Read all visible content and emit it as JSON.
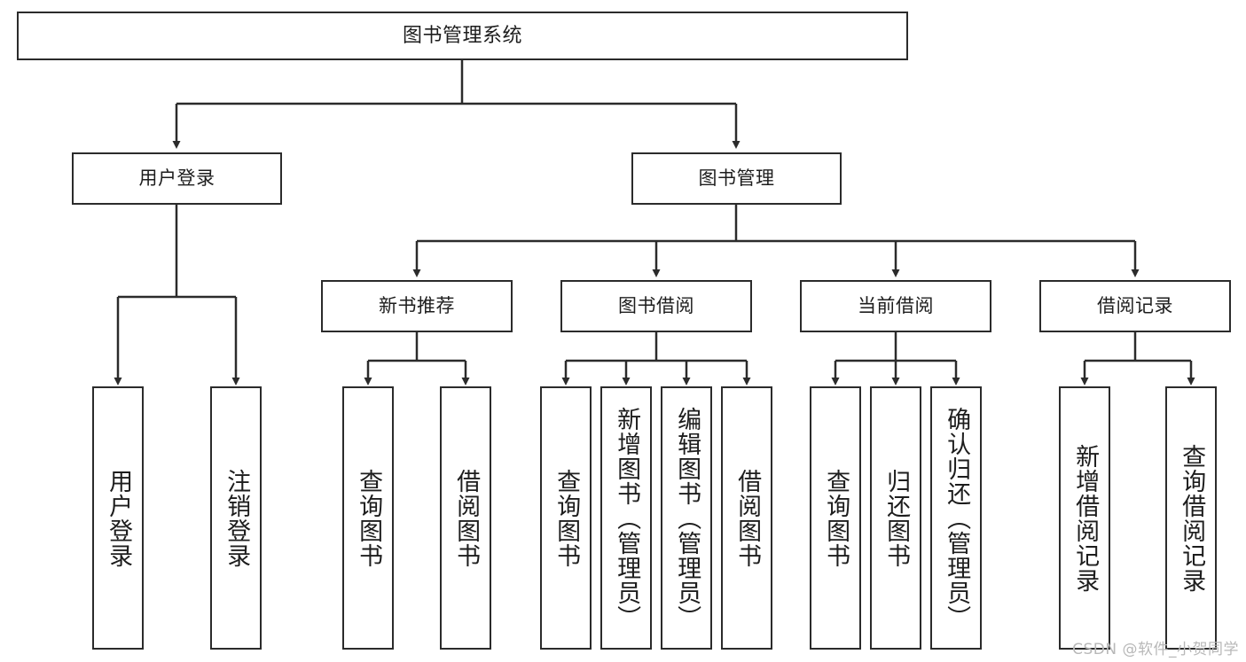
{
  "diagram": {
    "title_node": {
      "label": "图书管理系统"
    },
    "level2": [
      {
        "id": "user-login",
        "label": "用户登录"
      },
      {
        "id": "book-manage",
        "label": "图书管理"
      }
    ],
    "level3": [
      {
        "id": "new-book-recommend",
        "label": "新书推荐"
      },
      {
        "id": "book-borrow",
        "label": "图书借阅"
      },
      {
        "id": "current-borrow",
        "label": "当前借阅"
      },
      {
        "id": "borrow-record",
        "label": "借阅记录"
      }
    ],
    "leaves": {
      "user_login": [
        {
          "id": "leaf-user-login",
          "label": "用户登录"
        },
        {
          "id": "leaf-logout-login",
          "label": "注销登录"
        }
      ],
      "new_book_recommend": [
        {
          "id": "leaf-query-book-1",
          "label": "查询图书"
        },
        {
          "id": "leaf-borrow-book-1",
          "label": "借阅图书"
        }
      ],
      "book_borrow": [
        {
          "id": "leaf-query-book-2",
          "label": "查询图书"
        },
        {
          "id": "leaf-add-book",
          "label": "新增图书（管理员）"
        },
        {
          "id": "leaf-edit-book",
          "label": "编辑图书（管理员）"
        },
        {
          "id": "leaf-borrow-book-2",
          "label": "借阅图书"
        }
      ],
      "current_borrow": [
        {
          "id": "leaf-query-book-3",
          "label": "查询图书"
        },
        {
          "id": "leaf-return-book",
          "label": "归还图书"
        },
        {
          "id": "leaf-confirm-return",
          "label": "确认归还（管理员）"
        }
      ],
      "borrow_record": [
        {
          "id": "leaf-add-borrow-record",
          "label": "新增借阅记录"
        },
        {
          "id": "leaf-query-borrow-record",
          "label": "查询借阅记录"
        }
      ]
    }
  },
  "watermark": {
    "text": "CSDN @软件_小贺同学"
  },
  "colors": {
    "stroke": "#2b2b2b",
    "fill": "#ffffff",
    "text": "#1d1d1d",
    "watermark": "#b8b8b8"
  }
}
